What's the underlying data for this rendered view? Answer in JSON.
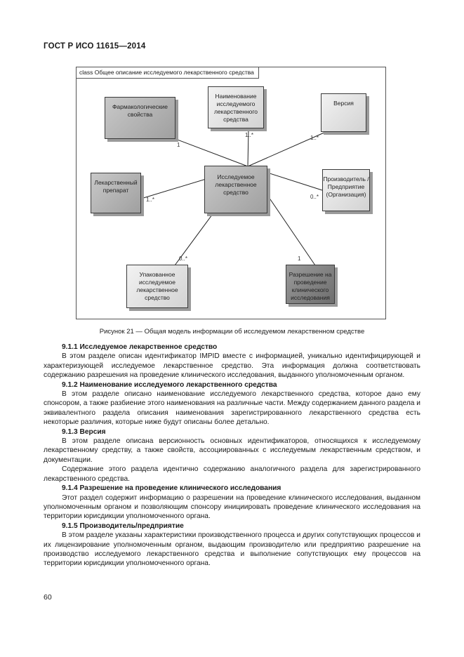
{
  "header": {
    "title": "ГОСТ Р ИСО 11615—2014"
  },
  "diagram": {
    "frame_title": "class Общее описание исследуемого лекарственного средства",
    "boxes": {
      "pharmacological": "Фармакологические свойства",
      "name": "Наименование исследуемого лекарственного средства",
      "version": "Версия",
      "medicinal_product": "Лекарственный препарат",
      "central": "Исследуемое лекарственное средство",
      "manufacturer": "Производитель /Предприятие (Организация)",
      "packaged": "Упакованное исследуемое лекарственное средство",
      "authorisation": "Разрешение на проведение клинического исследования"
    },
    "multiplicities": {
      "pharmacological": "1",
      "name": "1..*",
      "version": "1..*",
      "medicinal_product": "1..*",
      "manufacturer": "0..*",
      "packaged": "0..*",
      "authorisation": "1"
    }
  },
  "caption": "Рисунок 21 — Общая модель информации об исследуемом лекарственном средстве",
  "sections": [
    {
      "heading": "9.1.1 Исследуемое лекарственное средство",
      "paragraphs": [
        "В этом разделе описан идентификатор IMPID вместе с информацией, уникально идентифицирующей и характеризующей исследуемое лекарственное средство. Эта информация должна соответствовать содержанию разрешения на проведение клинического исследования, выданного уполномоченным органом."
      ]
    },
    {
      "heading": "9.1.2 Наименование исследуемого лекарственного средства",
      "paragraphs": [
        "В этом разделе описано наименование исследуемого лекарственного средства, которое дано ему спонсором, а также разбиение этого наименования на различные части. Между содержанием данного раздела и эквивалентного раздела описания наименования зарегистрированного лекарственного средства есть некоторые различия, которые ниже будут описаны более детально."
      ]
    },
    {
      "heading": "9.1.3 Версия",
      "paragraphs": [
        "В этом разделе описана версионность основных идентификаторов, относящихся к исследуемому лекарственному средству, а также свойств, ассоциированных с исследуемым лекарственным средством, и документации.",
        "Содержание этого раздела идентично содержанию аналогичного раздела для зарегистрированного лекарственного средства."
      ]
    },
    {
      "heading": "9.1.4 Разрешение на проведение клинического исследования",
      "paragraphs": [
        "Этот раздел содержит информацию о разрешении на проведение клинического исследования, выданном уполномоченным органом и позволяющим спонсору инициировать проведение клинического исследования на территории юрисдикции уполномоченного органа."
      ]
    },
    {
      "heading": "9.1.5 Производитель/предприятие",
      "paragraphs": [
        "В этом разделе указаны характеристики производственного процесса и других сопутствующих процессов и их лицензирование уполномоченным органом, выдающим производителю или предприятию разрешение на производство исследуемого лекарственного средства и выполнение сопутствующих ему процессов на территории юрисдикции уполномоченного органа."
      ]
    }
  ],
  "page_number": "60"
}
